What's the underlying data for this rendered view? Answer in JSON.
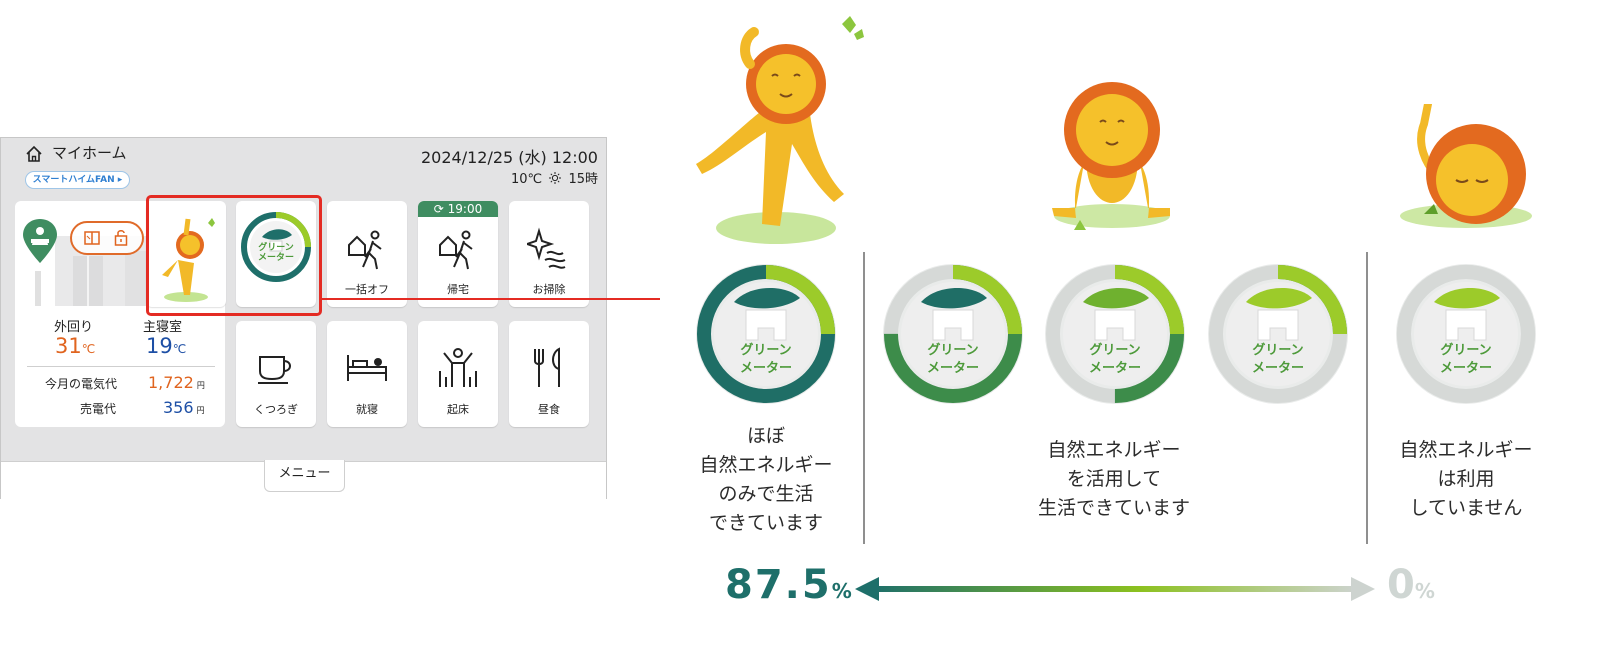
{
  "header": {
    "title": "マイホーム",
    "app_badge": "スマートハイムFAN ▸",
    "datetime": "2024/12/25 (水) 12:00",
    "outdoor_temp": "10℃",
    "forecast_temp": "15時"
  },
  "info_card": {
    "outdoor_label": "外回り",
    "outdoor_value": "31",
    "bedroom_label": "主寝室",
    "bedroom_value": "19",
    "temp_unit": "℃",
    "electricity_label": "今月の電気代",
    "electricity_value": "1,722",
    "sell_label": "売電代",
    "sell_value": "356",
    "yen_unit": "円"
  },
  "tiles": {
    "green_meter_label_1": "グリーン",
    "green_meter_label_2": "メーター",
    "all_off": "一括オフ",
    "return_home": "帰宅",
    "return_time": "19:00",
    "cleaning": "お掃除",
    "relax": "くつろぎ",
    "sleep": "就寝",
    "wake": "起床",
    "lunch": "昼食"
  },
  "menu_label": "メニュー",
  "meter": {
    "label_1": "グリーン",
    "label_2": "メーター",
    "levels": [
      {
        "ring_fill": 1.0,
        "leaf": "#1f6e66"
      },
      {
        "ring_fill": 0.75,
        "leaf": "#1f6e66"
      },
      {
        "ring_fill": 0.5,
        "leaf": "#6fb12f"
      },
      {
        "ring_fill": 0.25,
        "leaf": "#9ccb2a"
      },
      {
        "ring_fill": 0.0,
        "leaf": "#9ccb2a"
      }
    ]
  },
  "captions": {
    "high": [
      "ほぼ",
      "自然エネルギー",
      "のみで生活",
      "できています"
    ],
    "mid": [
      "自然エネルギー",
      "を活用して",
      "生活できています"
    ],
    "low": [
      "自然エネルギー",
      "は利用",
      "していません"
    ]
  },
  "scale": {
    "max_value": "87.5",
    "min_value": "0",
    "unit": "%"
  },
  "colors": {
    "accent_red": "#e42b23",
    "teal": "#1e6f6a",
    "green": "#8cc11f",
    "orange": "#e0641f"
  }
}
